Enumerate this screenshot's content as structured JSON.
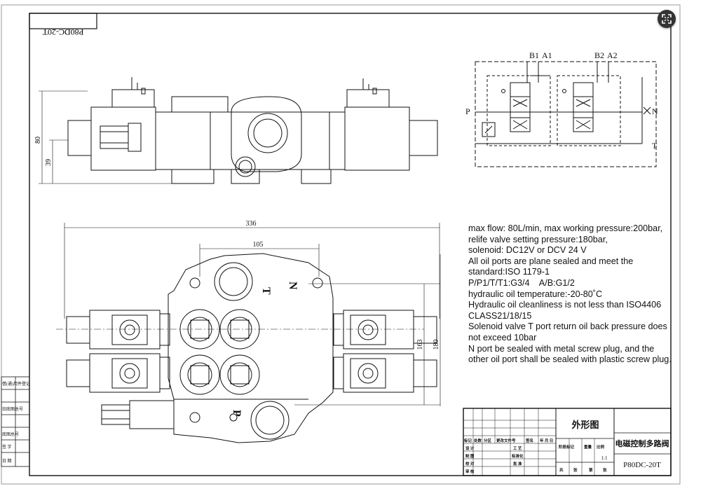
{
  "drawing": {
    "model_tag": "P80DC-20T",
    "side_view_dims": {
      "height_total": "80",
      "height_lower": "39"
    },
    "plan_view_dims": {
      "overall_width": "336",
      "body_width": "105",
      "body_height": "163",
      "overall_height": "180"
    },
    "port_marks": {
      "t": "T",
      "n": "N",
      "p": "P"
    },
    "schematic_labels": {
      "b1": "B1",
      "a1": "A1",
      "b2": "B2",
      "a2": "A2",
      "p": "P",
      "n": "N",
      "t": "T"
    },
    "specs": [
      "max flow: 80L/min, max working pressure:200bar,",
      "relife valve setting pressure:180bar,",
      "solenoid: DC12V or DCV 24 V",
      "All oil ports are plane sealed and meet the standard:ISO 1179-1",
      "P/P1/T/T1:G3/4    A/B:G1/2",
      "hydraulic oil temperature:-20-80˚C",
      "Hydraulic oil cleanliness is not less than ISO4406 CLASS21/18/15",
      "Solenoid valve T port return oil back pressure does not exceed 10bar",
      "N port be sealed with metal screw plug, and the other oil port shall be sealed with plastic screw plug."
    ],
    "title_block": {
      "view_title": "外形图",
      "product_name": "电磁控制多路阀",
      "drawing_number": "P80DC-20T",
      "scale": "1:1",
      "row_labels": [
        "标记",
        "处数",
        "分区",
        "更改文件号",
        "签名",
        "年 月 日"
      ],
      "left_cells": [
        "设 计",
        "制 图",
        "校 对",
        "审 核"
      ],
      "mid_cells": [
        "工 艺",
        "标准化",
        "批 准"
      ],
      "stage_cells": [
        "阶段标记",
        "重量",
        "比例"
      ],
      "sheet_cells": [
        "共",
        "张",
        "第",
        "张"
      ]
    },
    "side_strip": [
      "借(通)用件登记",
      "旧底图总号",
      "底图总号",
      "签 字",
      "日 期"
    ]
  },
  "ui": {
    "expand_icon": "expand-icon"
  }
}
